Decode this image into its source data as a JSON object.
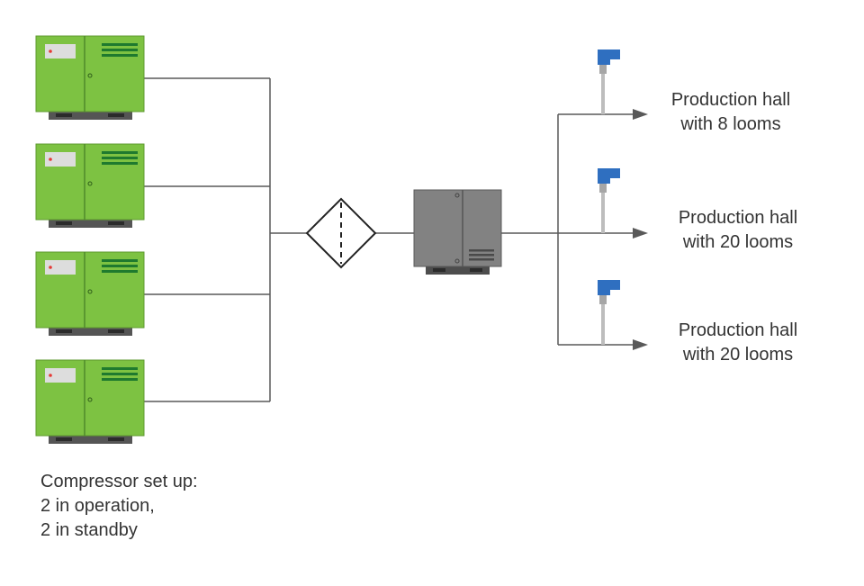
{
  "colors": {
    "compressor_body": "#7dc242",
    "compressor_stripes": "#1f7a2e",
    "compressor_base": "#555555",
    "compressor_panel": "#dddddd",
    "compressor_led": "#e53935",
    "dryer_body": "#828282",
    "pipe": "#595959",
    "sensor_cap": "#2f6fc0",
    "sensor_stem": "#bdbdbd",
    "text": "#333333"
  },
  "compressors": [
    {
      "name": "compressor-1"
    },
    {
      "name": "compressor-2"
    },
    {
      "name": "compressor-3"
    },
    {
      "name": "compressor-4"
    }
  ],
  "filter": {
    "icon": "filter-diamond-icon"
  },
  "dryer": {
    "icon": "dryer-unit-icon"
  },
  "halls": [
    {
      "line1": "Production hall",
      "line2": "with 8 looms"
    },
    {
      "line1": "Production hall",
      "line2": "with 20 looms"
    },
    {
      "line1": "Production hall",
      "line2": "with 20 looms"
    }
  ],
  "caption": {
    "line1": "Compressor set up:",
    "line2": "2 in operation,",
    "line3": "2 in standby"
  }
}
